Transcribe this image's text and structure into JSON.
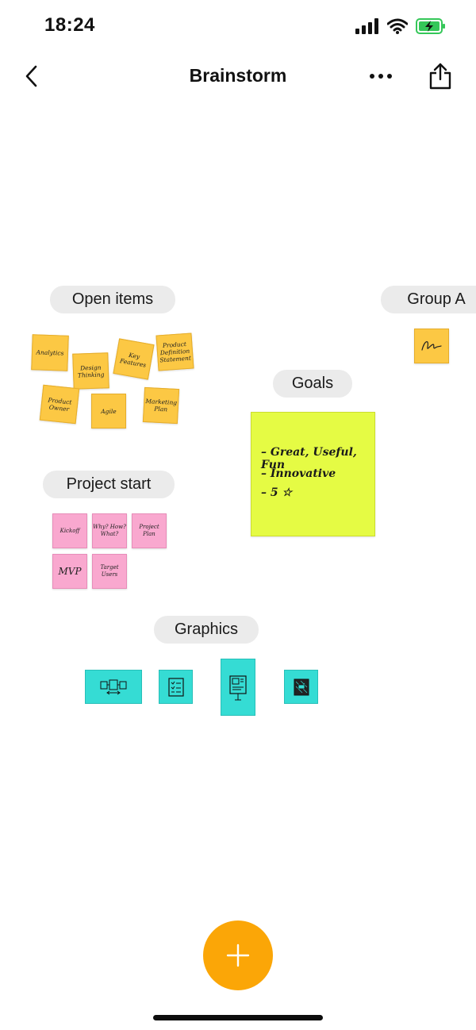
{
  "status": {
    "time": "18:24"
  },
  "nav": {
    "title": "Brainstorm"
  },
  "groups": {
    "open_items": "Open items",
    "group_a": "Group A",
    "goals": "Goals",
    "project_start": "Project start",
    "graphics": "Graphics"
  },
  "open_items_notes": [
    "Analytics",
    "Design Thinking",
    "Key Features",
    "Product Definition Statement",
    "Product Owner",
    "Agile",
    "Marketing Plan"
  ],
  "project_start_notes": [
    "Kickoff",
    "Why? How? What?",
    "Project Plan",
    "MVP",
    "Target Users"
  ],
  "goals_note": {
    "lines": [
      "– Great, Useful, Fun",
      "– Innovative",
      "– 5 ☆"
    ]
  },
  "colors": {
    "orange_note": "#fcc844",
    "yellow_note": "#e5fb44",
    "pink_note": "#f9a8cf",
    "teal_card": "#35dcd4",
    "fab": "#fba607",
    "pill": "#ebebeb",
    "battery": "#35c759"
  },
  "icons": [
    "back-chevron-icon",
    "more-dots-icon",
    "share-icon",
    "signal-icon",
    "wifi-icon",
    "battery-charging-icon",
    "plus-icon",
    "signature-icon"
  ]
}
